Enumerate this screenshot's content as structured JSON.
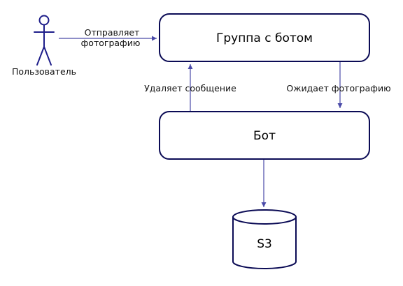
{
  "colors": {
    "node_border": "#0b0b55",
    "edge": "#4a4aa8",
    "actor": "#1e1e8a",
    "text": "#000000"
  },
  "actor": {
    "label": "Пользователь",
    "icon": "stick-figure-icon"
  },
  "nodes": {
    "group": {
      "label": "Группа с ботом"
    },
    "bot": {
      "label": "Бот"
    },
    "storage": {
      "label": "S3",
      "shape": "cylinder"
    }
  },
  "edges": {
    "user_to_group": {
      "line1": "Отправляет",
      "line2": "фотографию"
    },
    "bot_to_group": {
      "label": "Удаляет сообщение"
    },
    "group_to_bot": {
      "label": "Ожидает фотографию"
    },
    "bot_to_storage": {
      "label": ""
    }
  }
}
